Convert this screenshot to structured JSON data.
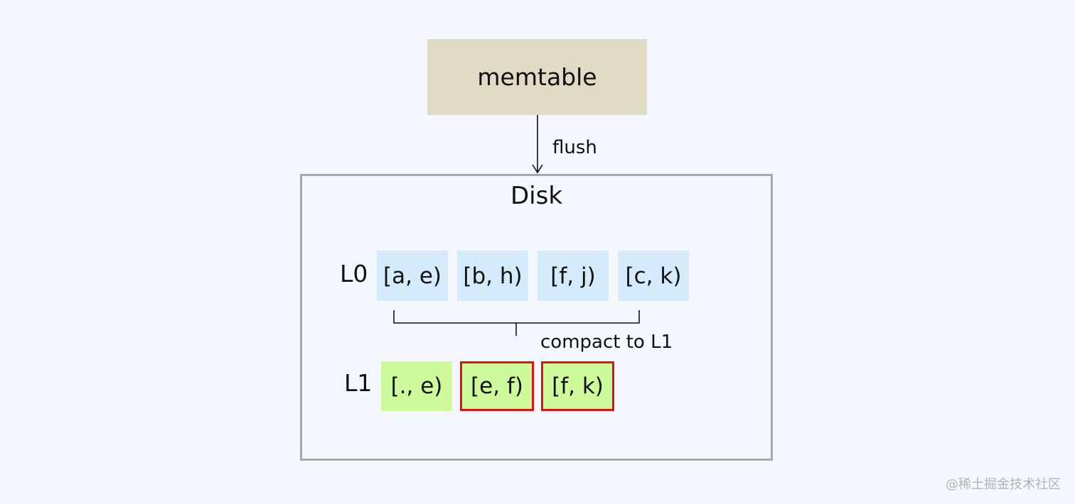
{
  "memtable": {
    "label": "memtable"
  },
  "flush": {
    "label": "flush"
  },
  "disk": {
    "title": "Disk",
    "levels": [
      {
        "label": "L0",
        "sstables": [
          "[a, e)",
          "[b, h)",
          "[f, j)",
          "[c, k)"
        ]
      },
      {
        "label": "L1",
        "sstables": [
          "[., e)",
          "[e, f)",
          "[f, k)"
        ],
        "highlighted": [
          false,
          true,
          true
        ]
      }
    ],
    "compaction_label": "compact to L1"
  },
  "watermark": "@稀土掘金技术社区",
  "colors": {
    "memtable_bg": "#e0dbc5",
    "l0_bg": "#d4ebfb",
    "l1_bg": "#cdfa9a",
    "highlight_border": "#dd1111",
    "disk_border": "#a8a8a8"
  }
}
